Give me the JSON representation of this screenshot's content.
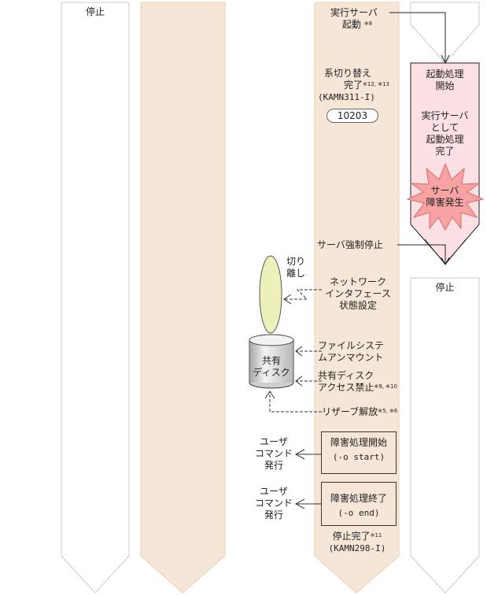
{
  "columns": {
    "col1": {
      "top_label": "停止"
    },
    "col4_lower": {
      "top_label": "停止"
    }
  },
  "col3": {
    "exec_server_start": {
      "line1": "実行サーバ",
      "line2": "起動",
      "note": "※8"
    },
    "switchover_complete": {
      "line1": "系切り替え",
      "line2": "完了",
      "note": "※12, ※13",
      "message_id": "(KAMN311-I)"
    },
    "event_id_pill": "10203",
    "force_stop": "サーバ強制停止",
    "network_setting": {
      "line1": "ネットワーク",
      "line2": "インタフェース",
      "line3": "状態設定"
    },
    "fs_unmount": {
      "line1": "ファイルシステ",
      "line2": "ムアンマウント"
    },
    "disk_access_block": {
      "line1": "共有ディスク",
      "line2": "アクセス禁止",
      "note": "※9, ※10"
    },
    "reserve_release": {
      "text": "リザーブ解放",
      "note": "※5, ※6"
    },
    "fault_start_box": {
      "line1": "障害処理開始",
      "line2": "(-o start)"
    },
    "fault_end_box": {
      "line1": "障害処理終了",
      "line2": "(-o end)"
    },
    "stop_complete": {
      "line1": "停止完了",
      "note": "※11",
      "message_id": "(KAMN298-I)"
    }
  },
  "col4": {
    "startup_begin": {
      "line1": "起動処理",
      "line2": "開始"
    },
    "startup_done": {
      "line1": "実行サーバ",
      "line2": "として",
      "line3": "起動処理",
      "line4": "完了"
    },
    "server_fault": {
      "line1": "サーバ",
      "line2": "障害発生"
    }
  },
  "left_side": {
    "detach": {
      "line1": "切り",
      "line2": "離し"
    },
    "shared_disk": {
      "line1": "共有",
      "line2": "ディスク"
    },
    "user_cmd_1": {
      "line1": "ユーザ",
      "line2": "コマンド",
      "line3": "発行"
    },
    "user_cmd_2": {
      "line1": "ユーザ",
      "line2": "コマンド",
      "line3": "発行"
    }
  },
  "colors": {
    "peach_fill": "#f6e6d7",
    "peach_stroke": "#eecfb2",
    "pink_fill": "#fde0e3",
    "starburst_fill": "#f7a3a3",
    "starburst_stroke": "#e06a6a",
    "ellipse_fill": "#eef0bb",
    "column_stroke": "#cccccc"
  }
}
